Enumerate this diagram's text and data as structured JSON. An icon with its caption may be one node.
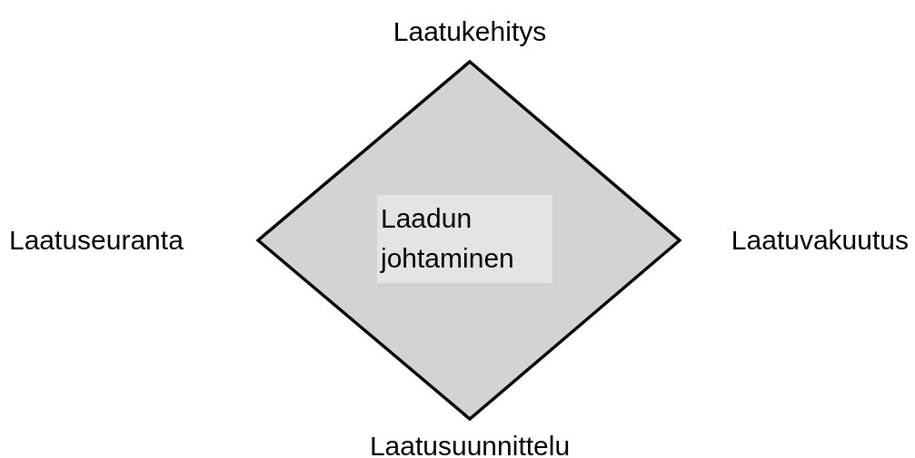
{
  "diagram": {
    "nodes": [
      {
        "text": [
          "Laadun johtaminen"
        ]
      }
    ],
    "labels": [
      "Laatukehitys",
      "Laatuseuranta",
      "Laatuvakuutus",
      "Laatusuunnittelu"
    ]
  }
}
